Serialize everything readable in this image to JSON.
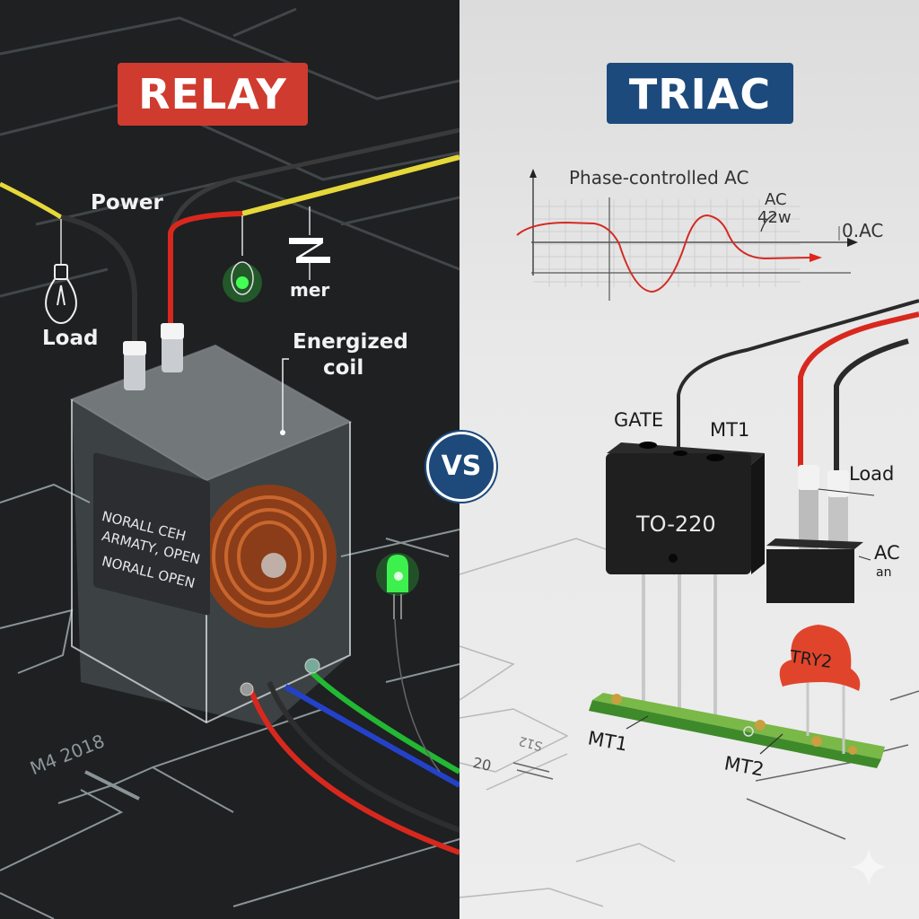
{
  "left_panel": {
    "title": "RELAY",
    "title_color": "#d03b2f",
    "labels": {
      "power": "Power",
      "load": "Load",
      "mer": "mer",
      "energized_coil_line1": "Energized",
      "energized_coil_line2": "coil"
    },
    "nameplate": [
      "NORALL CEH",
      "ARMATY, OPEN",
      "NORALL OPEN"
    ],
    "schematic_label": "M4  2018",
    "wire_colors": [
      "#e8d83a",
      "#3a3a3a",
      "#d8281e",
      "#2442c8",
      "#22b833"
    ],
    "led_color": "#33ff44"
  },
  "divider": {
    "vs_label": "VS",
    "vs_color": "#1d4a7a"
  },
  "right_panel": {
    "title": "TRIAC",
    "title_color": "#1c4a7c",
    "graph_title": "Phase-controlled AC",
    "graph_annotation_line1": "AC",
    "graph_annotation_line2": "42w",
    "graph_axis_label": "0.AC",
    "waveform_color": "#d42a23",
    "component_label": "TO-220",
    "labels": {
      "gate": "GATE",
      "mt1_top": "MT1",
      "load": "Load",
      "ac": "AC",
      "an": "an",
      "mt1_bottom": "MT1",
      "mt2": "MT2",
      "capacitor": "TRY2",
      "schematic_20": "20",
      "schematic_s12": "S12"
    }
  }
}
